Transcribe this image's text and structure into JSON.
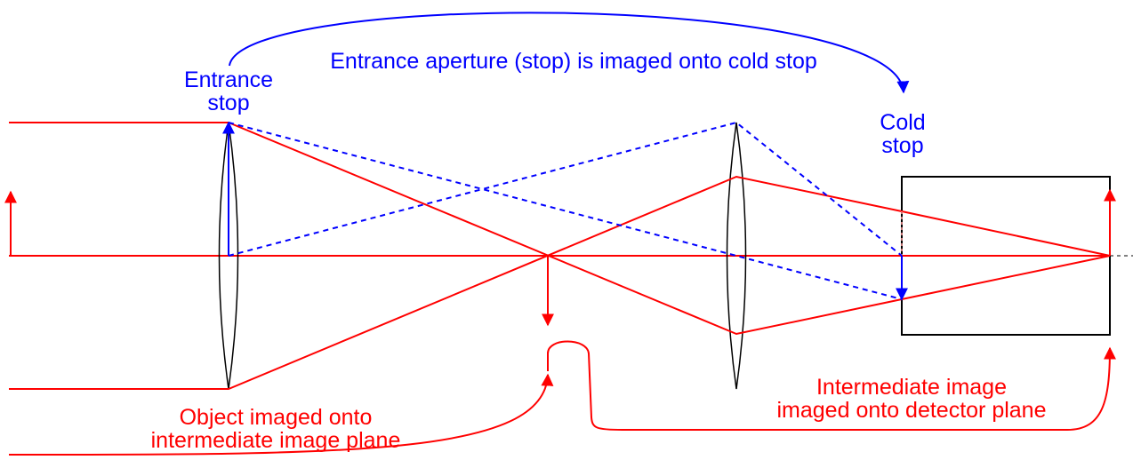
{
  "colors": {
    "blue": "#0000ff",
    "red": "#ff0000",
    "black": "#000000",
    "pink_dashed": "#ff9999"
  },
  "labels": {
    "aperture_imaged": "Entrance aperture (stop) is imaged onto cold stop",
    "entrance_stop_line1": "Entrance",
    "entrance_stop_line2": "stop",
    "cold_stop_line1": "Cold",
    "cold_stop_line2": "stop",
    "object_imaged_line1": "Object imaged onto",
    "object_imaged_line2": "intermediate image plane",
    "intermediate_line1": "Intermediate image",
    "intermediate_line2": "imaged onto detector plane"
  },
  "elements": {
    "objective_lens": "lens",
    "relay_lens": "lens",
    "detector": "rectangle",
    "object_arrow": "arrow-up",
    "intermediate_image_arrow": "arrow-down",
    "final_image_arrow": "arrow-up",
    "entrance_stop_marker": "arrow-up",
    "cold_stop_marker": "arrow-down"
  }
}
